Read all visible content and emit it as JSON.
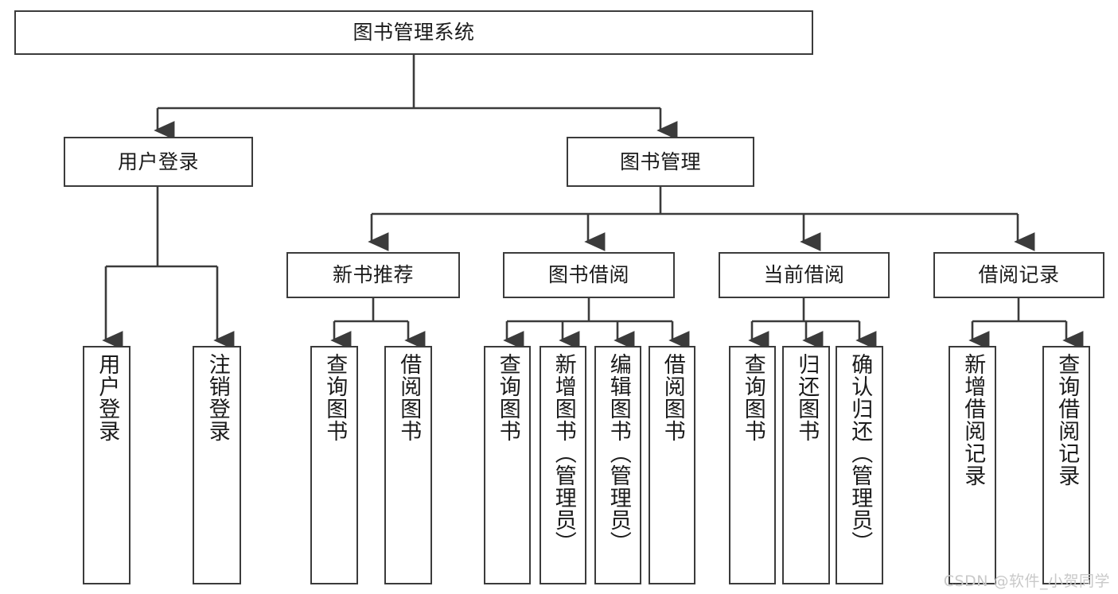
{
  "diagram": {
    "title": "图书管理系统",
    "watermark": "CSDN @软件_小贺同学",
    "line_color": "#3b3b3b",
    "text_color": "#1b1b1b",
    "background": "#ffffff",
    "watermark_color": "#c9c9c9"
  },
  "nodes": {
    "root": {
      "label": "图书管理系统"
    },
    "level1": [
      {
        "id": "user-login",
        "label": "用户登录"
      },
      {
        "id": "book-manage",
        "label": "图书管理"
      }
    ],
    "level2": [
      {
        "id": "new-book-recommend",
        "label": "新书推荐"
      },
      {
        "id": "book-borrow",
        "label": "图书借阅"
      },
      {
        "id": "current-borrow",
        "label": "当前借阅"
      },
      {
        "id": "borrow-record",
        "label": "借阅记录"
      }
    ],
    "leaves": {
      "user_login": [
        {
          "id": "leaf-user-login",
          "label": "用户登录"
        },
        {
          "id": "leaf-user-logout",
          "label": "注销登录"
        }
      ],
      "new_book_recommend": [
        {
          "id": "leaf-query-book-1",
          "label": "查询图书"
        },
        {
          "id": "leaf-borrow-book-1",
          "label": "借阅图书"
        }
      ],
      "book_borrow": [
        {
          "id": "leaf-query-book-2",
          "label": "查询图书"
        },
        {
          "id": "leaf-add-book",
          "label": "新增图书（管理员）"
        },
        {
          "id": "leaf-edit-book",
          "label": "编辑图书（管理员）"
        },
        {
          "id": "leaf-borrow-book-2",
          "label": "借阅图书"
        }
      ],
      "current_borrow": [
        {
          "id": "leaf-query-book-3",
          "label": "查询图书"
        },
        {
          "id": "leaf-return-book",
          "label": "归还图书"
        },
        {
          "id": "leaf-confirm-return",
          "label": "确认归还（管理员）"
        }
      ],
      "borrow_record": [
        {
          "id": "leaf-add-record",
          "label": "新增借阅记录"
        },
        {
          "id": "leaf-query-record",
          "label": "查询借阅记录"
        }
      ]
    }
  }
}
